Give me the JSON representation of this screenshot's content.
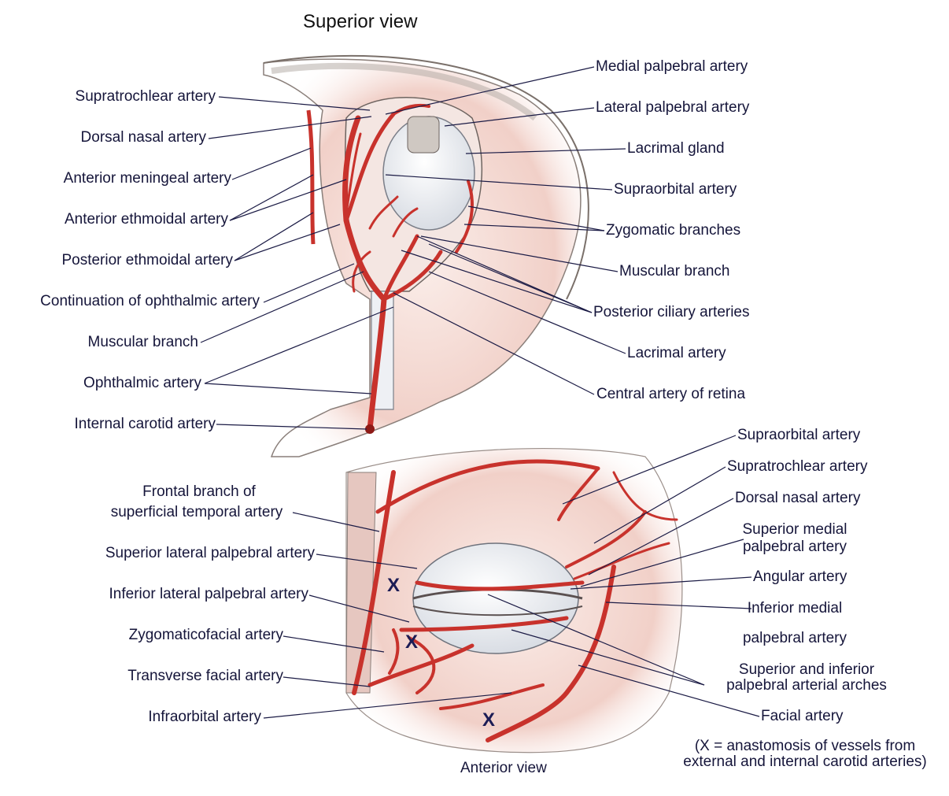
{
  "titles": {
    "superior": "Superior view",
    "anterior": "Anterior view"
  },
  "superior_left": [
    "Supratrochlear artery",
    "Dorsal nasal artery",
    "Anterior meningeal artery",
    "Anterior ethmoidal artery",
    "Posterior ethmoidal artery",
    "Continuation of ophthalmic artery",
    "Muscular branch",
    "Ophthalmic artery",
    "Internal carotid artery"
  ],
  "superior_right": [
    "Medial palpebral artery",
    "Lateral palpebral artery",
    "Lacrimal gland",
    "Supraorbital artery",
    "Zygomatic branches",
    "Muscular branch",
    "Posterior ciliary arteries",
    "Lacrimal artery",
    "Central artery of retina"
  ],
  "anterior_left": [
    "Frontal branch of",
    "superficial temporal artery",
    "Superior lateral palpebral artery",
    "Inferior lateral palpebral artery",
    "Zygomaticofacial artery",
    "Transverse facial artery",
    "Infraorbital artery"
  ],
  "anterior_right": [
    "Supraorbital artery",
    "Supratrochlear artery",
    "Dorsal nasal artery",
    "Superior medial",
    "palpebral artery",
    "Angular artery",
    "Inferior medial",
    "palpebral artery",
    "Superior and inferior",
    "palpebral arterial arches",
    "Facial artery"
  ],
  "x_mark": "X",
  "note": {
    "line1": "(X = anastomosis of vessels from",
    "line2": "external and internal carotid arteries)"
  },
  "colors": {
    "artery": "#c8322c",
    "artery_dark": "#8e1a16",
    "tissue": "#f2d6d0",
    "bone": "#e8e4e0",
    "leader": "#1b1b45"
  }
}
